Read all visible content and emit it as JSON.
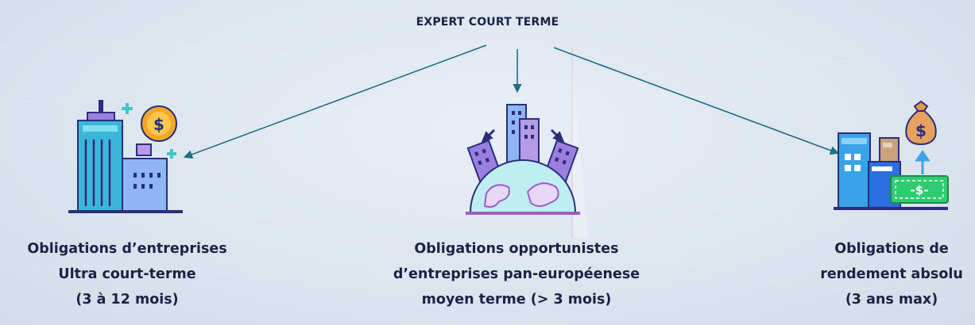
{
  "header": {
    "title": "EXPERT COURT TERME"
  },
  "items": [
    {
      "icon": "buildings-coin-icon",
      "lines": [
        "Obligations d’entreprises",
        "Ultra court-terme",
        "(3 à 12 mois)"
      ]
    },
    {
      "icon": "globe-buildings-icon",
      "lines": [
        "Obligations opportunistes",
        "d’entreprises pan-européenese",
        "moyen terme (> 3 mois)"
      ]
    },
    {
      "icon": "buildings-money-bag-icon",
      "lines": [
        "Obligations de",
        "rendement absolu",
        "(3 ans max)"
      ]
    }
  ],
  "colors": {
    "arrow": "#1e6f86",
    "text": "#1a2345"
  }
}
